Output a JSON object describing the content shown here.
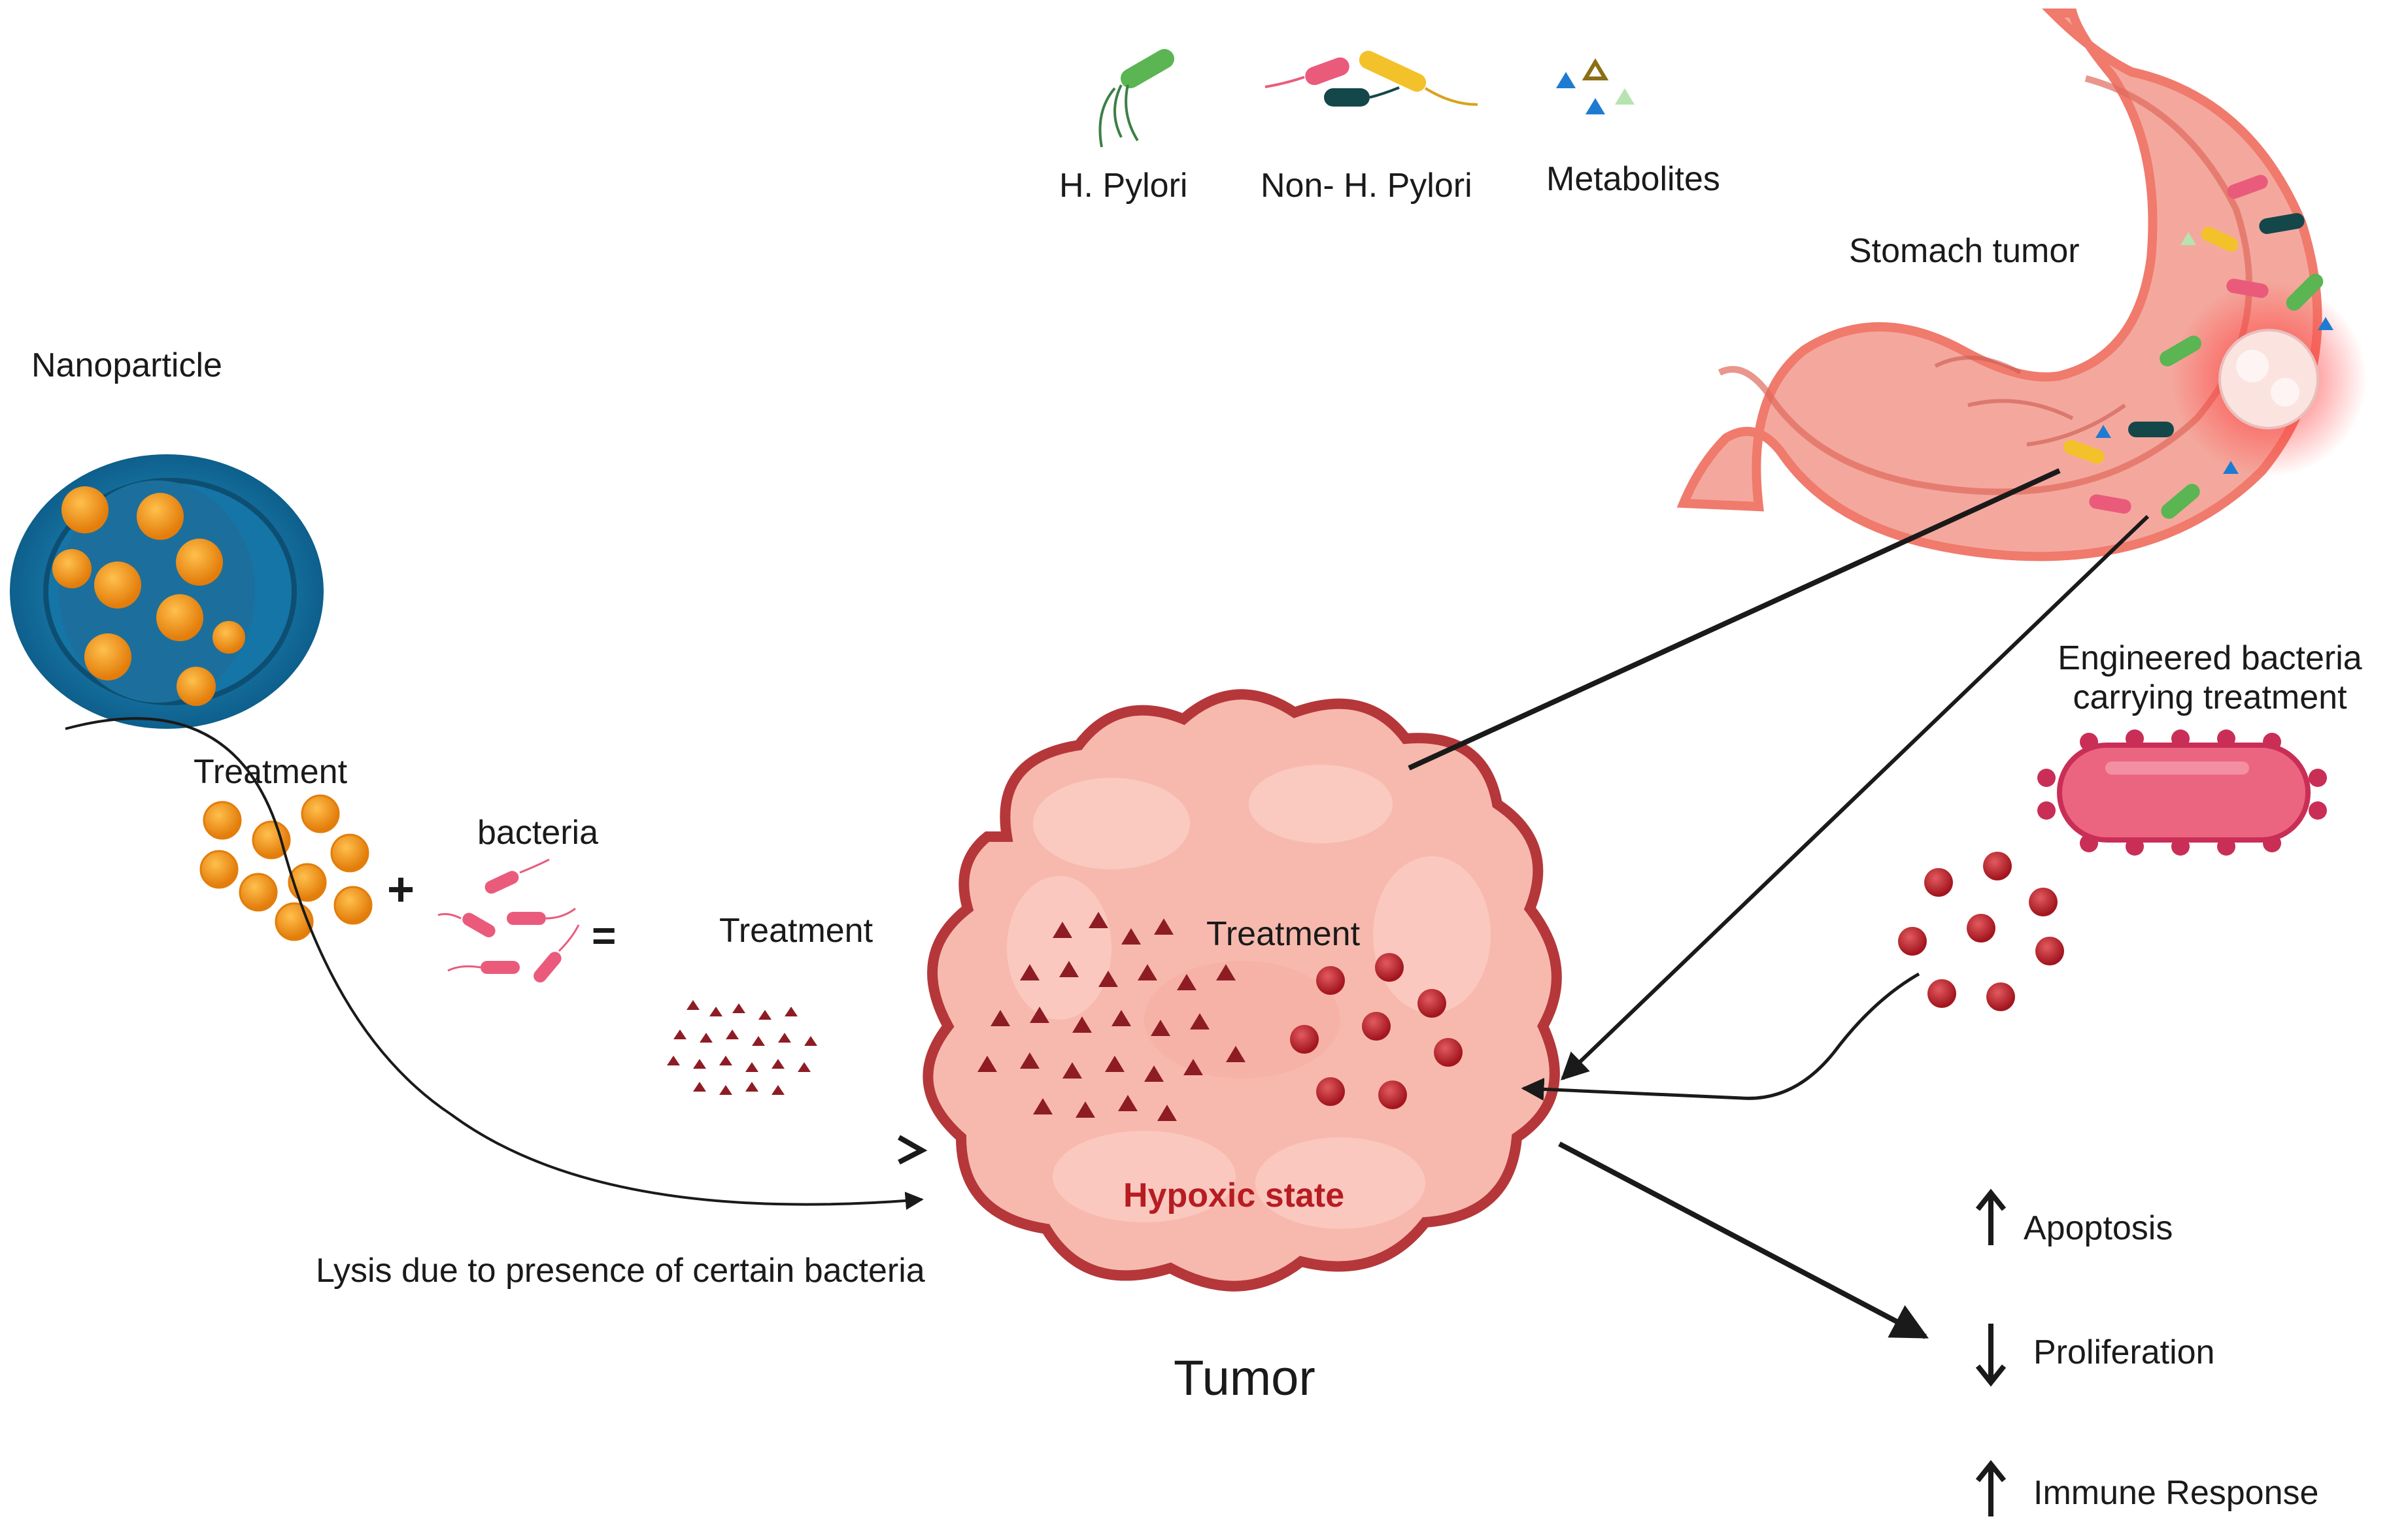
{
  "legend": {
    "h_pylori": "H. Pylori",
    "non_h_pylori": "Non- H. Pylori",
    "metabolites": "Metabolites"
  },
  "labels": {
    "stomach_tumor": "Stomach tumor",
    "nanoparticle": "Nanoparticle",
    "treatment_np": "Treatment",
    "plus": "+",
    "bacteria": "bacteria",
    "equals": "=",
    "treatment_mix": "Treatment",
    "treatment_tumor": "Treatment",
    "hypoxic_state": "Hypoxic state",
    "tumor": "Tumor",
    "lysis": "Lysis due to presence of certain bacteria",
    "engineered_line1": "Engineered bacteria",
    "engineered_line2": "carrying treatment"
  },
  "outcomes": [
    {
      "label": "Apoptosis",
      "direction": "up"
    },
    {
      "label": "Proliferation",
      "direction": "down"
    },
    {
      "label": "Immune Response",
      "direction": "up"
    }
  ],
  "colors": {
    "tumor_fill": "#f7b9ae",
    "tumor_outline": "#b5373a",
    "stomach_fill": "#f08a7c",
    "hypoxic_text": "#b71c22",
    "np_shell": "#1c87b8",
    "np_core": "#f39a1e",
    "h_pylori": "#5ab552",
    "non_h_pylori_pink": "#ea5b7b",
    "non_h_pylori_yellow": "#f3c22a",
    "non_h_pylori_dark": "#14474a",
    "drug_dot": "#b6262e",
    "arrow": "#1a1a1a"
  },
  "icons": [
    "h-pylori-icon",
    "non-h-pylori-icon",
    "metabolites-icon",
    "stomach-icon",
    "nanoparticle-icon",
    "tumor-icon",
    "engineered-bacterium-icon",
    "up-arrow-icon",
    "down-arrow-icon"
  ]
}
